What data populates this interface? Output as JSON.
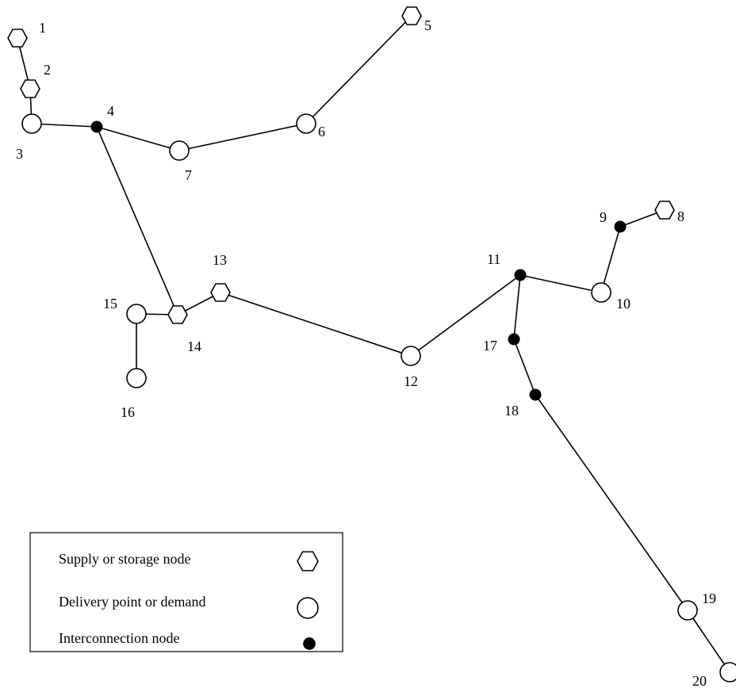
{
  "nodes": [
    {
      "id": "1",
      "type": "supply"
    },
    {
      "id": "2",
      "type": "supply"
    },
    {
      "id": "3",
      "type": "delivery"
    },
    {
      "id": "4",
      "type": "interconnection"
    },
    {
      "id": "5",
      "type": "supply"
    },
    {
      "id": "6",
      "type": "delivery"
    },
    {
      "id": "7",
      "type": "delivery"
    },
    {
      "id": "8",
      "type": "supply"
    },
    {
      "id": "9",
      "type": "interconnection"
    },
    {
      "id": "10",
      "type": "delivery"
    },
    {
      "id": "11",
      "type": "interconnection"
    },
    {
      "id": "12",
      "type": "delivery"
    },
    {
      "id": "13",
      "type": "supply"
    },
    {
      "id": "14",
      "type": "supply"
    },
    {
      "id": "15",
      "type": "delivery"
    },
    {
      "id": "16",
      "type": "delivery"
    },
    {
      "id": "17",
      "type": "interconnection"
    },
    {
      "id": "18",
      "type": "interconnection"
    },
    {
      "id": "19",
      "type": "delivery"
    },
    {
      "id": "20",
      "type": "delivery"
    }
  ],
  "edges": [
    [
      "1",
      "2"
    ],
    [
      "2",
      "3"
    ],
    [
      "3",
      "4"
    ],
    [
      "4",
      "7"
    ],
    [
      "7",
      "6"
    ],
    [
      "6",
      "5"
    ],
    [
      "4",
      "14"
    ],
    [
      "15",
      "14"
    ],
    [
      "15",
      "16"
    ],
    [
      "14",
      "13"
    ],
    [
      "13",
      "12"
    ],
    [
      "12",
      "11"
    ],
    [
      "11",
      "10"
    ],
    [
      "10",
      "9"
    ],
    [
      "9",
      "8"
    ],
    [
      "11",
      "17"
    ],
    [
      "17",
      "18"
    ],
    [
      "18",
      "19"
    ],
    [
      "19",
      "20"
    ]
  ],
  "legend": {
    "items": [
      {
        "label": "Supply or storage node",
        "type": "supply"
      },
      {
        "label": "Delivery point or demand",
        "type": "delivery"
      },
      {
        "label": "Interconnection node",
        "type": "interconnection"
      }
    ]
  }
}
